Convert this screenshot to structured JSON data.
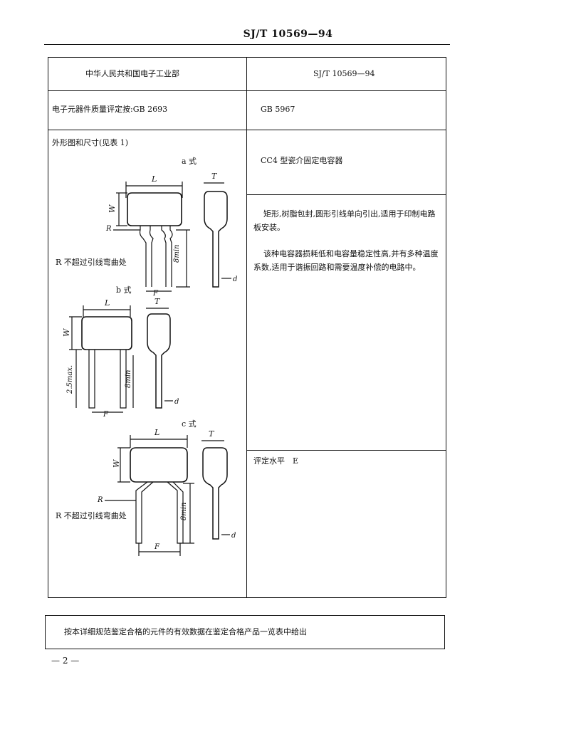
{
  "header": {
    "doc_code": "SJ/T 10569—94"
  },
  "table": {
    "row1": {
      "left": "中华人民共和国电子工业部",
      "right": "SJ/T 10569—94"
    },
    "row2": {
      "left": "电子元器件质量评定按:GB 2693",
      "right": "GB 5967"
    },
    "row3": {
      "left_heading": "外形图和尺寸(见表 1)",
      "right_title": "CC4 型瓷介固定电容器"
    },
    "row4": {
      "desc1": "矩形,树脂包封,圆形引线单向引出,适用于印制电路板安装。",
      "desc2": "该种电容器损耗低和电容量稳定性高,并有多种温度系数,适用于谐振回路和需要温度补偿的电路中。"
    },
    "row5": {
      "right": "评定水平　E"
    }
  },
  "figure": {
    "a": {
      "label": "a 式",
      "note": "R 不超过引线弯曲处",
      "L": "L",
      "W": "W",
      "T": "T",
      "F": "F",
      "R": "R",
      "lead": "8min",
      "d": "d"
    },
    "b": {
      "label": "b 式",
      "L": "L",
      "W": "W",
      "T": "T",
      "F": "F",
      "pitch": "2.5max.",
      "lead": "8min",
      "d": "d"
    },
    "c": {
      "label": "c 式",
      "note": "R 不超过引线弯曲处",
      "L": "L",
      "W": "W",
      "T": "T",
      "F": "F",
      "R": "R",
      "lead": "8min",
      "d": "d"
    }
  },
  "footer_note": "按本详细规范鉴定合格的元件的有效数据在鉴定合格产品一览表中给出",
  "page_number": "— 2 —"
}
